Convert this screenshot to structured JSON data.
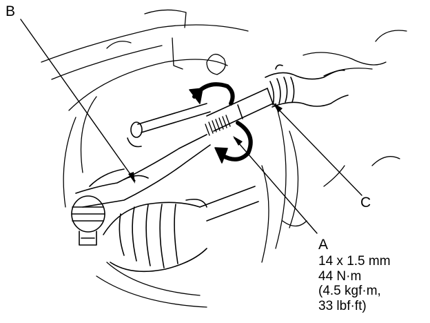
{
  "labels": {
    "a": "A",
    "b": "B",
    "c": "C"
  },
  "torque_spec": {
    "thread": "14 x 1.5 mm",
    "torque_nm": "44 N·m",
    "torque_kgf": "(4.5 kgf·m,",
    "torque_lbf": "33 lbf·ft)"
  }
}
